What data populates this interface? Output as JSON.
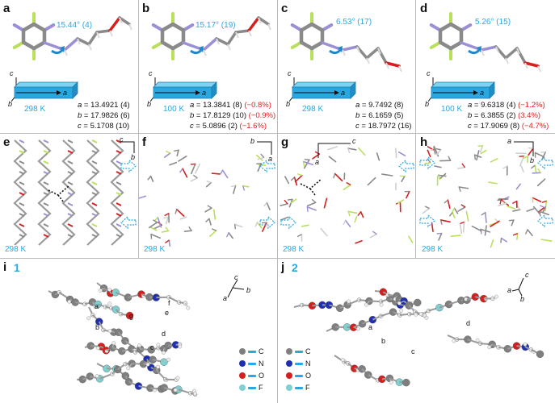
{
  "panels_top": [
    {
      "letter": "a",
      "angle": "15.44° (4)",
      "temp": "298 K",
      "a": "13.4921 (4)",
      "b": "17.9826 (6)",
      "c": "5.1708 (10)",
      "da": "",
      "db": "",
      "dc": ""
    },
    {
      "letter": "b",
      "angle": "15.17° (19)",
      "temp": "100 K",
      "a": "13.3841 (8)",
      "b": "17.8129 (10)",
      "c": "5.0896 (2)",
      "da": "(−0.8%)",
      "db": "(−0.9%)",
      "dc": "(−1.6%)"
    },
    {
      "letter": "c",
      "angle": "6.53° (17)",
      "temp": "298 K",
      "a": "9.7492 (8)",
      "b": "6.1659 (5)",
      "c": "18.7972 (16)",
      "da": "",
      "db": "",
      "dc": ""
    },
    {
      "letter": "d",
      "angle": "5.26° (15)",
      "temp": "100 K",
      "a": "9.6318 (4)",
      "b": "6.3855 (2)",
      "c": "17.9069 (8)",
      "da": "(−1.2%)",
      "db": "(3.4%)",
      "dc": "(−4.7%)"
    }
  ],
  "panels_mid": [
    {
      "letter": "e",
      "temp": "298 K"
    },
    {
      "letter": "f",
      "temp": "298 K"
    },
    {
      "letter": "g",
      "temp": "298 K"
    },
    {
      "letter": "h",
      "temp": "298 K"
    }
  ],
  "panel_i": {
    "letter": "i",
    "num": "1",
    "contacts": [
      "a",
      "b",
      "c",
      "d",
      "e",
      "f",
      "g"
    ]
  },
  "panel_j": {
    "letter": "j",
    "num": "2",
    "contacts": [
      "a",
      "b",
      "c",
      "d"
    ]
  },
  "axis_letters": {
    "a": "a",
    "b": "b",
    "c": "c"
  },
  "legend": [
    {
      "label": "C",
      "color": "#7f7f7f"
    },
    {
      "label": "N",
      "color": "#1f2fb0"
    },
    {
      "label": "O",
      "color": "#d61e1e"
    },
    {
      "label": "F",
      "color": "#7fd0d0"
    }
  ],
  "colors": {
    "accent": "#29a7e1",
    "highlight": "#e02020"
  }
}
